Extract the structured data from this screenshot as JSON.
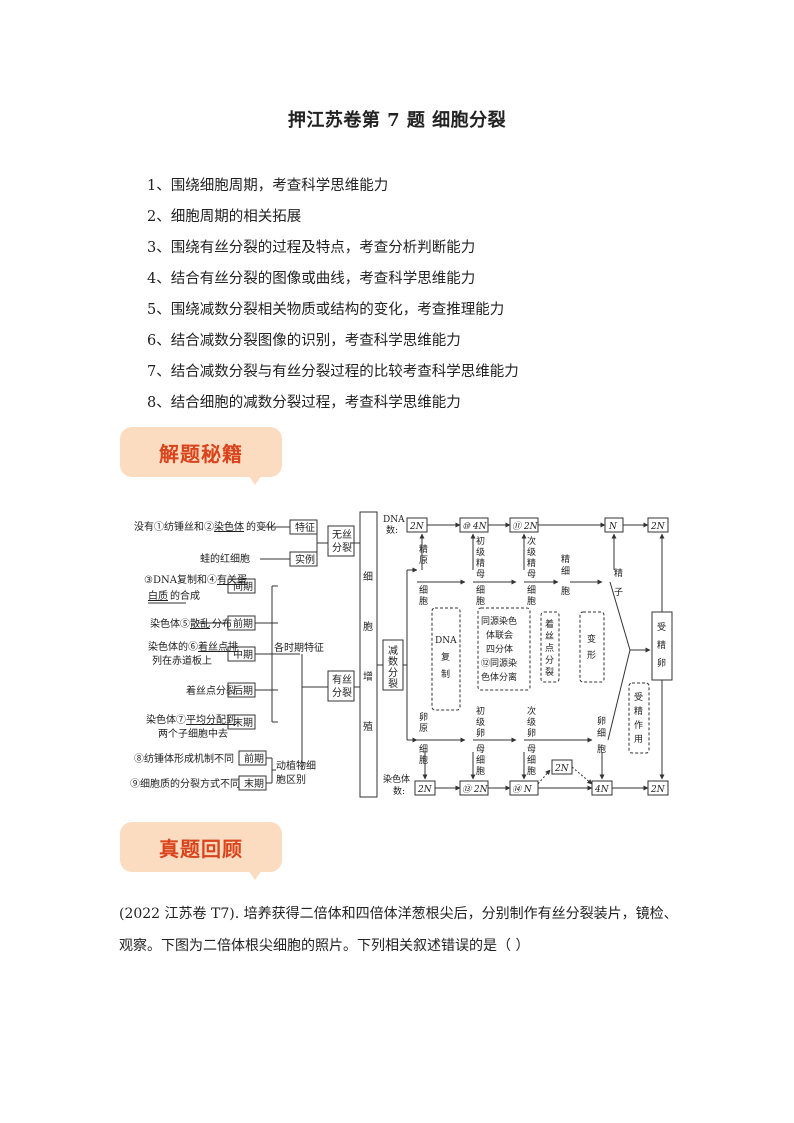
{
  "title": "押江苏卷第 7 题  细胞分裂",
  "objectives": [
    "1、围绕细胞周期，考查科学思维能力",
    "2、细胞周期的相关拓展",
    "3、围绕有丝分裂的过程及特点，考查分析判断能力",
    "4、结合有丝分裂的图像或曲线，考查科学思维能力",
    "5、围绕减数分裂相关物质或结构的变化，考查推理能力",
    "6、结合减数分裂图像的识别，考查科学思维能力",
    "7、结合减数分裂与有丝分裂过程的比较考查科学思维能力",
    "8、结合细胞的减数分裂过程，考查科学思维能力"
  ],
  "banner1": "解题秘籍",
  "banner2": "真题回顾",
  "diagram": {
    "left1_pre": "没有①纺锤丝和",
    "left1_circ": "②",
    "left1_ul": "染色体",
    "left1_post": "的变化",
    "left2": "蛙的红细胞",
    "tezheng": "特征",
    "shili": "实例",
    "wusi": [
      "无丝",
      "分裂"
    ],
    "p_inter": [
      "③DNA复制和④",
      "有关蛋",
      "白质",
      "的合成"
    ],
    "p_pro_a": "染色体⑤",
    "p_pro_ul": "散乱",
    "p_pro_b": "分布",
    "p_meta": [
      "染色体的⑥",
      "着丝点排",
      "列在赤道板上"
    ],
    "p_ana": "着丝点分裂",
    "p_telo": [
      "染色体⑦",
      "平均分配到",
      "两个子细胞中去"
    ],
    "p_diff1": "⑧纺锤体形成机制不同",
    "p_diff2": "⑨细胞质的分裂方式不同",
    "ph": [
      "间期",
      "前期",
      "中期",
      "后期",
      "末期"
    ],
    "ph2": [
      "前期",
      "末期"
    ],
    "shiqi": "各时期特征",
    "dongzhi": [
      "动植物细",
      "胞区别"
    ],
    "yousi": [
      "有丝",
      "分裂"
    ],
    "cell": [
      "细",
      "胞",
      "增",
      "殖"
    ],
    "meiosis": [
      "减",
      "数",
      "分",
      "裂"
    ],
    "dna_label": [
      "DNA",
      "数:"
    ],
    "chrom_label": [
      "染色体",
      "数:"
    ],
    "dna_row": [
      "2N",
      "⑩ 4N",
      "⑪ 2N",
      "N",
      "2N"
    ],
    "chrom_row": [
      "2N",
      "⑬ 2N",
      "⑭ N",
      "2N",
      "4N",
      "2N"
    ],
    "jingyuan": [
      "精",
      "原",
      "细",
      "胞"
    ],
    "chuji_j": [
      "初",
      "级",
      "精",
      "母",
      "细",
      "胞"
    ],
    "ciji_j": [
      "次",
      "级",
      "精",
      "母",
      "细",
      "胞"
    ],
    "jingxi": [
      "精",
      "细",
      "胞"
    ],
    "jingzi": [
      "精",
      "子"
    ],
    "luanyuan": [
      "卵",
      "原",
      "细",
      "胞"
    ],
    "chuji_l": [
      "初",
      "级",
      "卵",
      "母",
      "细",
      "胞"
    ],
    "ciji_l": [
      "次",
      "级",
      "卵",
      "母",
      "细",
      "胞"
    ],
    "luanxi": [
      "卵",
      "细",
      "胞"
    ],
    "b_dna": [
      "DNA",
      "复",
      "制"
    ],
    "b_tong": [
      "同源染色",
      "体联会",
      "四分体",
      "⑫同源染",
      "色体分离"
    ],
    "b_zhuo": [
      "着",
      "丝",
      "点",
      "分",
      "裂"
    ],
    "b_bian": [
      "变",
      "形"
    ],
    "b_shoujing_zy": [
      "受",
      "精",
      "作",
      "用"
    ],
    "b_shoujing_l": [
      "受",
      "精",
      "卵"
    ]
  },
  "question": "(2022 江苏卷 T7). 培养获得二倍体和四倍体洋葱根尖后，分别制作有丝分裂装片，镜检、观察。下图为二倍体根尖细胞的照片。下列相关叙述错误的是（      ）"
}
